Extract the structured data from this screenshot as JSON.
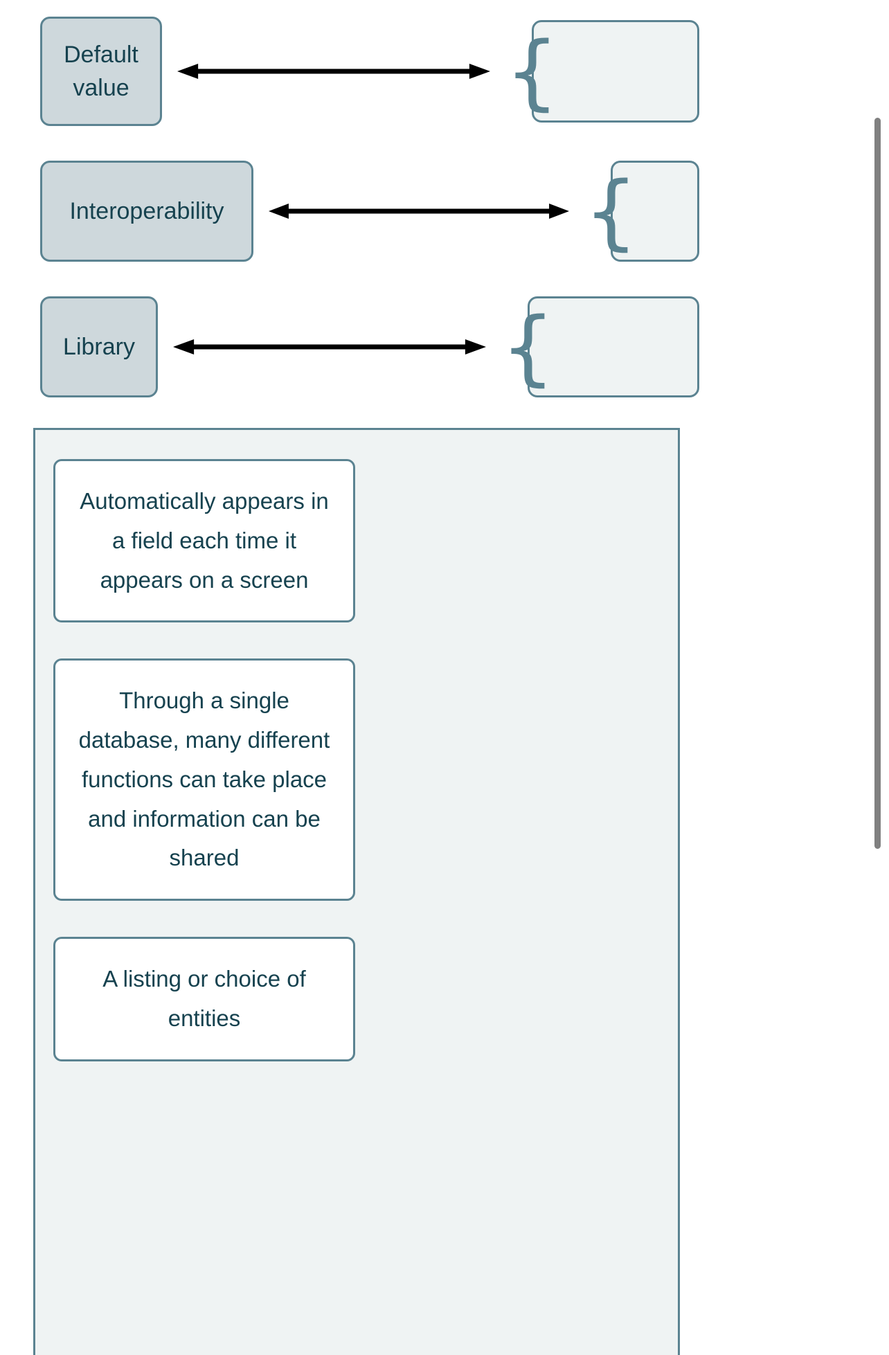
{
  "screen": {
    "type": "matching-question",
    "accent_color": "#5b8391",
    "text_color": "#16424f",
    "prompt_fill": "#ced8dc",
    "dropzone_fill": "#eff3f3",
    "answer_card_fill": "#ffffff",
    "arrow_color": "#000000",
    "scrollbar_color": "#808080"
  },
  "match_rows": [
    {
      "prompt": "Default value",
      "connector_icon": "double-arrow-icon",
      "brace_icon": "left-curly-brace-icon",
      "dropzone_value": ""
    },
    {
      "prompt": "Interoperability",
      "connector_icon": "double-arrow-icon",
      "brace_icon": "left-curly-brace-icon",
      "dropzone_value": ""
    },
    {
      "prompt": "Library",
      "connector_icon": "double-arrow-icon",
      "brace_icon": "left-curly-brace-icon",
      "dropzone_value": ""
    }
  ],
  "answer_bank": {
    "cards": [
      {
        "text": "Automatically appears in a field each time it appears on a screen"
      },
      {
        "text": "Through a single database, many different functions can take place and information can be shared"
      },
      {
        "text": "A listing or choice of entities"
      }
    ]
  },
  "scrollbar": {
    "orientation": "vertical",
    "position": "right"
  }
}
